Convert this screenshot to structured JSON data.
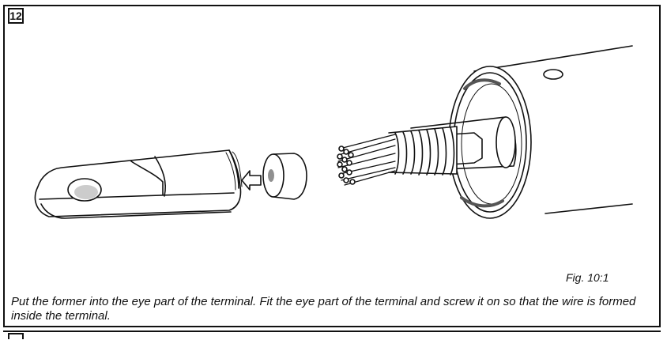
{
  "step": {
    "number": "12"
  },
  "figure": {
    "label": "Fig. 10:1"
  },
  "caption": {
    "text": "Put the former into the eye part of the terminal. Fit the eye part of the terminal and screw it on so that the wire is formed inside the terminal."
  },
  "illustration": {
    "parts": [
      "cable-lug-terminal-icon",
      "insertion-arrow-icon",
      "wire-former-icon",
      "cable-end-icon"
    ]
  }
}
